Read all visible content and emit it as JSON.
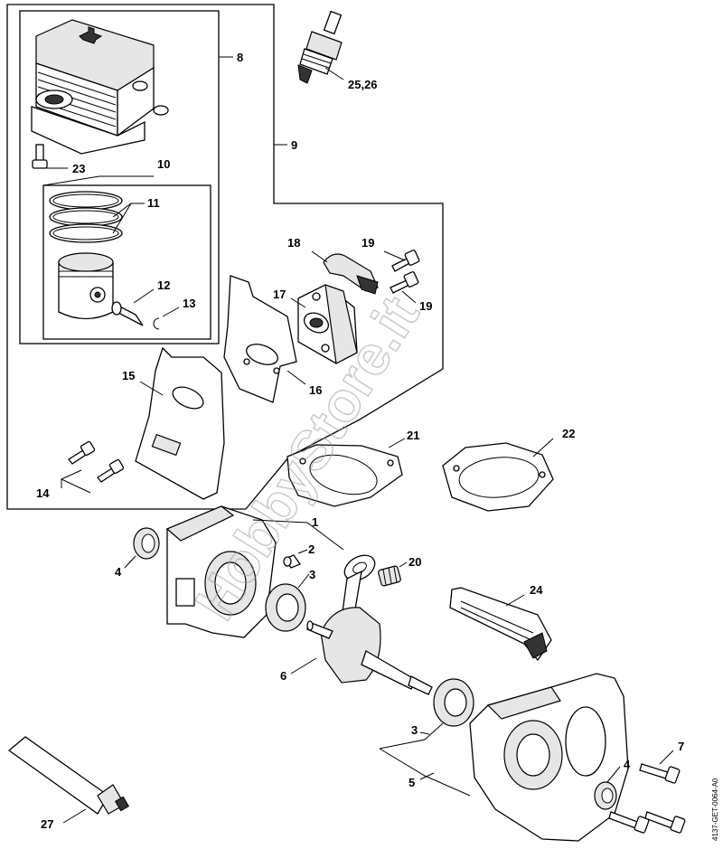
{
  "callouts": [
    {
      "id": "c1",
      "label": "1"
    },
    {
      "id": "c2",
      "label": "2"
    },
    {
      "id": "c3a",
      "label": "3"
    },
    {
      "id": "c3b",
      "label": "3"
    },
    {
      "id": "c4a",
      "label": "4"
    },
    {
      "id": "c4b",
      "label": "4"
    },
    {
      "id": "c5",
      "label": "5"
    },
    {
      "id": "c6",
      "label": "6"
    },
    {
      "id": "c7",
      "label": "7"
    },
    {
      "id": "c8",
      "label": "8"
    },
    {
      "id": "c9",
      "label": "9"
    },
    {
      "id": "c10",
      "label": "10"
    },
    {
      "id": "c11",
      "label": "11"
    },
    {
      "id": "c12",
      "label": "12"
    },
    {
      "id": "c13",
      "label": "13"
    },
    {
      "id": "c14",
      "label": "14"
    },
    {
      "id": "c15",
      "label": "15"
    },
    {
      "id": "c16",
      "label": "16"
    },
    {
      "id": "c17",
      "label": "17"
    },
    {
      "id": "c18",
      "label": "18"
    },
    {
      "id": "c19a",
      "label": "19"
    },
    {
      "id": "c19b",
      "label": "19"
    },
    {
      "id": "c20",
      "label": "20"
    },
    {
      "id": "c21",
      "label": "21"
    },
    {
      "id": "c22",
      "label": "22"
    },
    {
      "id": "c23",
      "label": "23"
    },
    {
      "id": "c24",
      "label": "24"
    },
    {
      "id": "c25",
      "label": "25,26"
    },
    {
      "id": "c27",
      "label": "27"
    }
  ],
  "reference_code": "4137-GET-0064-A0",
  "watermark": "HobbyStore.it"
}
